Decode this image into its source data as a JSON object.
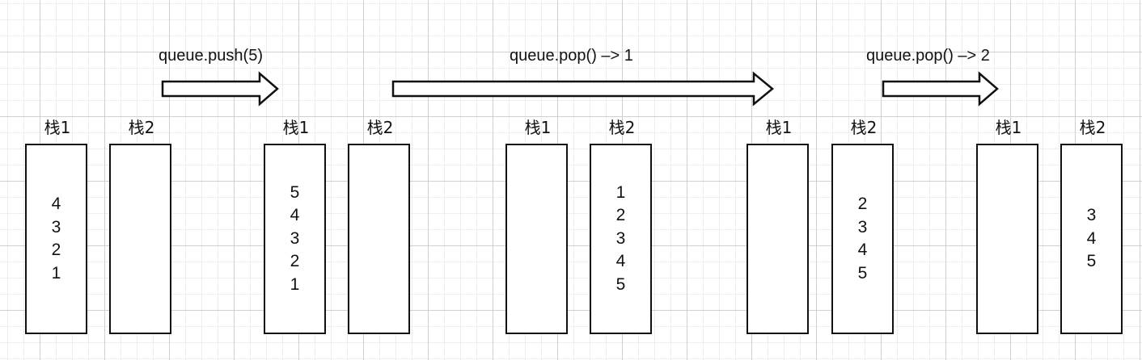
{
  "operations": [
    {
      "label": "queue.push(5)"
    },
    {
      "label": "queue.pop() –> 1"
    },
    {
      "label": "queue.pop() –> 2"
    }
  ],
  "stack_labels": {
    "s1": "栈1",
    "s2": "栈2"
  },
  "states": [
    {
      "stack1": [
        "4",
        "3",
        "2",
        "1"
      ],
      "stack2": []
    },
    {
      "stack1": [
        "5",
        "4",
        "3",
        "2",
        "1"
      ],
      "stack2": []
    },
    {
      "stack1": [],
      "stack2": [
        "1",
        "2",
        "3",
        "4",
        "5"
      ]
    },
    {
      "stack1": [],
      "stack2": [
        "2",
        "3",
        "4",
        "5"
      ]
    },
    {
      "stack1": [],
      "stack2": [
        "3",
        "4",
        "5"
      ]
    }
  ],
  "colors": {
    "stroke": "#111111",
    "grid_major": "#d0d0d0",
    "grid_minor": "#eeeeee",
    "background": "#ffffff"
  }
}
